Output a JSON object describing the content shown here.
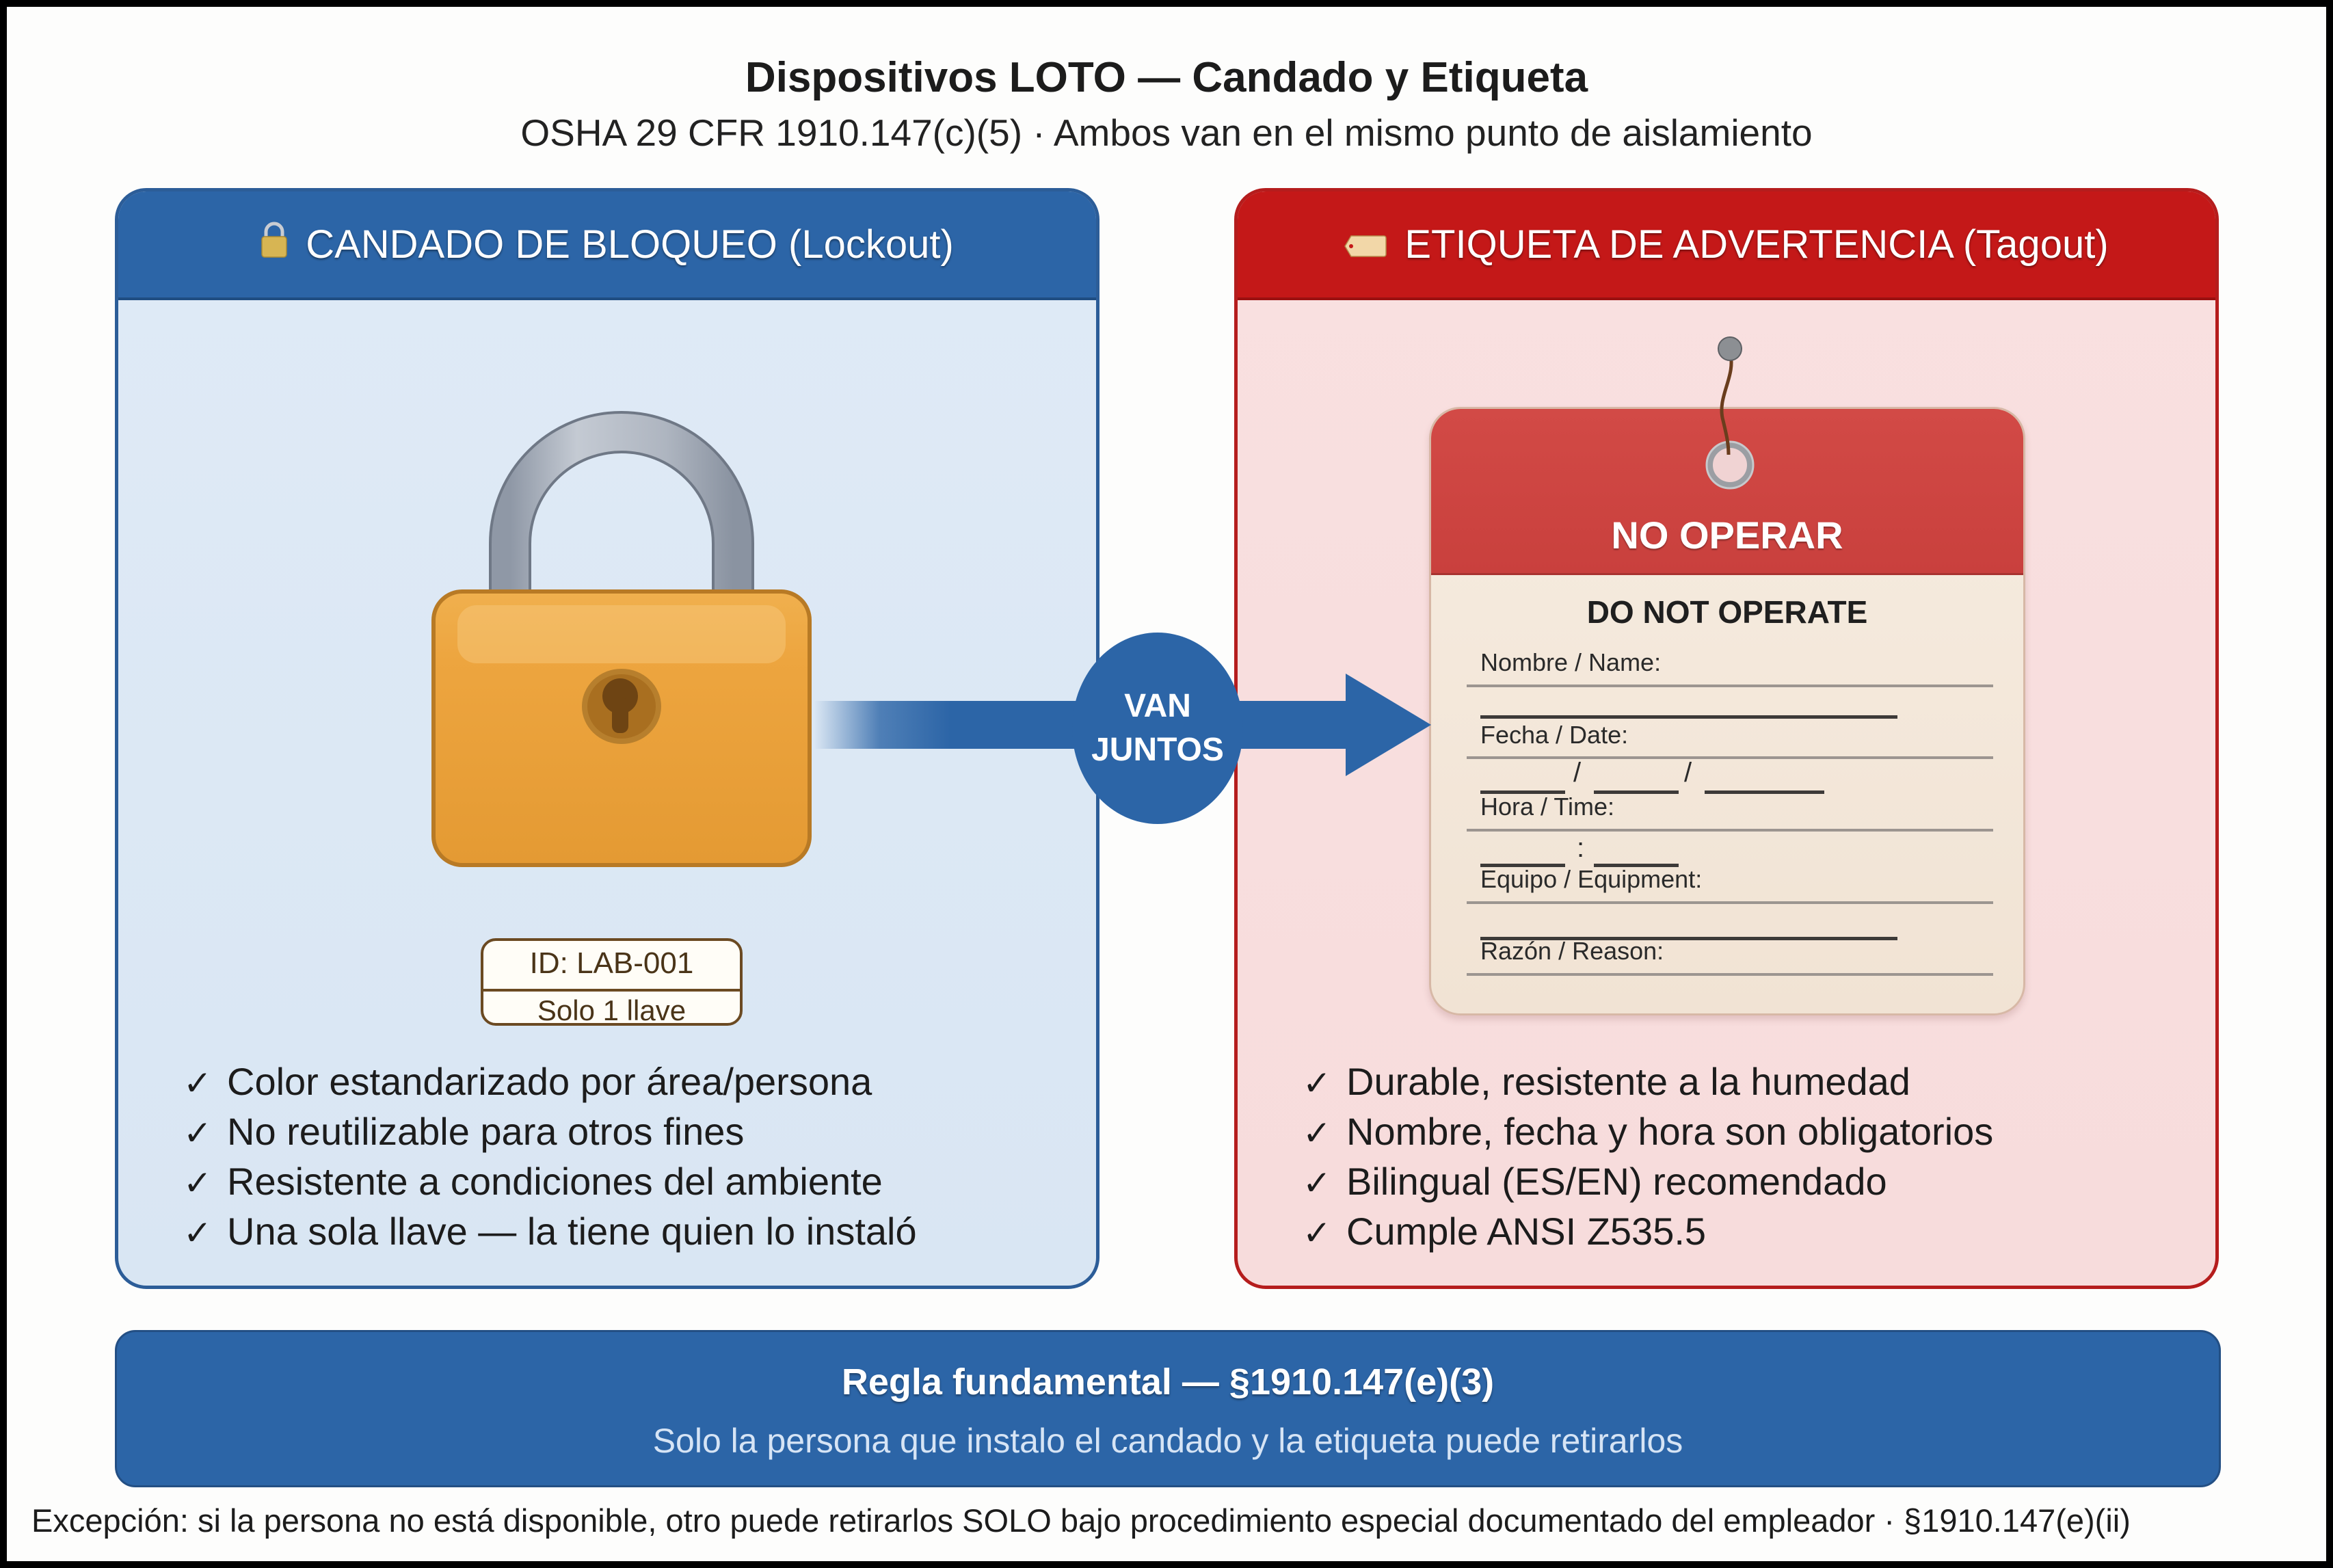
{
  "header": {
    "title": "Dispositivos LOTO — Candado y Etiqueta",
    "subtitle": "OSHA 29 CFR 1910.147(c)(5) · Ambos van en el mismo punto de aislamiento"
  },
  "lockout_panel": {
    "icon": "padlock-icon",
    "title": "CANDADO DE BLOQUEO (Lockout)",
    "color": "#2c65a7",
    "lock_label": {
      "id": "ID: LAB-001",
      "keys": "Solo 1 llave"
    },
    "bullets": [
      "Color estandarizado por área/persona",
      "No reutilizable para otros fines",
      "Resistente a condiciones del ambiente",
      "Una sola llave — la tiene quien lo instaló"
    ]
  },
  "connector": {
    "line1": "VAN",
    "line2": "JUNTOS",
    "icon": "arrow-right-icon"
  },
  "tagout_panel": {
    "icon": "tag-icon",
    "title": "ETIQUETA DE ADVERTENCIA (Tagout)",
    "color": "#c41818",
    "tag": {
      "title_es": "NO OPERAR",
      "title_en": "DO NOT OPERATE",
      "fields": [
        "Nombre / Name:",
        "Fecha / Date:",
        "Hora / Time:",
        "Equipo / Equipment:",
        "Razón / Reason:"
      ],
      "date_separator": "/",
      "time_separator": ":"
    },
    "bullets": [
      "Durable, resistente a la humedad",
      "Nombre, fecha y hora son obligatorios",
      "Bilingual (ES/EN) recomendado",
      "Cumple ANSI Z535.5"
    ]
  },
  "check_mark": "✓",
  "rule": {
    "title": "Regla fundamental — §1910.147(e)(3)",
    "text": "Solo la persona que instalo el candado y la etiqueta puede retirarlos"
  },
  "footer": "Excepción: si la persona no está disponible, otro puede retirarlos SOLO bajo procedimiento especial documentado del empleador · §1910.147(e)(ii)"
}
